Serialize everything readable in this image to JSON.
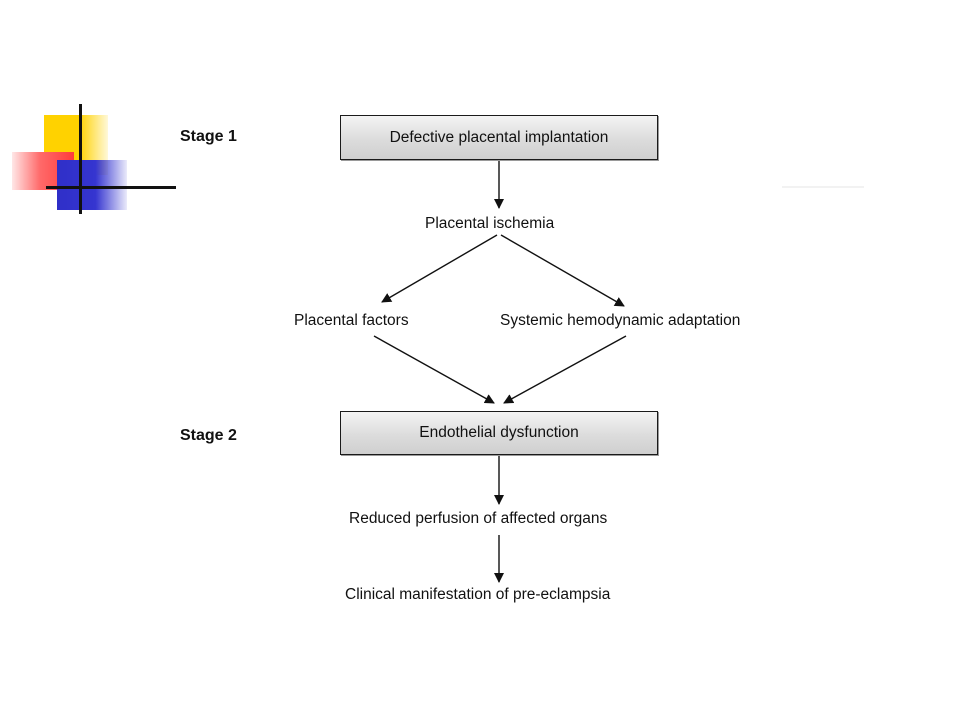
{
  "stages": {
    "stage1": "Stage 1",
    "stage2": "Stage 2"
  },
  "nodes": {
    "defective_implantation": "Defective placental implantation",
    "placental_ischemia": "Placental ischemia",
    "placental_factors": "Placental factors",
    "systemic_adaptation": "Systemic hemodynamic adaptation",
    "endothelial_dysfunction": "Endothelial dysfunction",
    "reduced_perfusion": "Reduced perfusion of affected organs",
    "clinical_manifestation": "Clinical manifestation of pre-eclampsia"
  },
  "colors": {
    "box_border": "#1a1a1a",
    "box_fill": "#dcdcdc",
    "arrow": "#111111",
    "deco_yellow": "#ffd200",
    "deco_red": "#ff3b3b",
    "deco_blue": "#2f2fc8"
  }
}
